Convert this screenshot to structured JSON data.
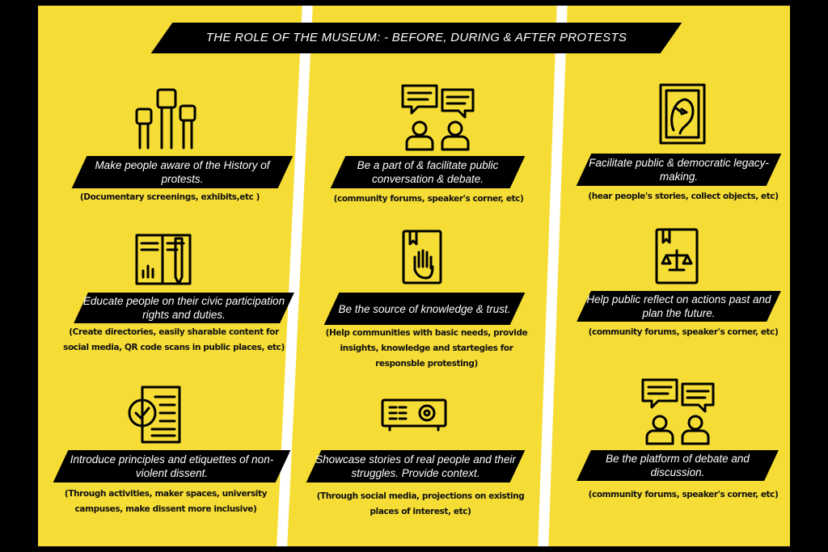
{
  "title": "THE ROLE OF THE MUSEUM: - BEFORE, DURING & AFTER PROTESTS",
  "colors": {
    "background": "#F6DD36",
    "label_bg": "#000000",
    "border": "#000000"
  },
  "columns": [
    {
      "items": [
        {
          "icon": "raised-fists-icon",
          "label": "Make people aware of the History of protests.",
          "note": "(Documentary screenings, exhibits,etc )"
        },
        {
          "icon": "book-pencil-icon",
          "label": "Educate people on their civic participation rights and duties.",
          "note": "(Create directories, easily sharable content for social media, QR code scans in public places, etc)"
        },
        {
          "icon": "checklist-document-icon",
          "label": "Introduce principles and etiquettes of non-violent dissent.",
          "note": "(Through activities, maker spaces, university campuses, make dissent more inclusive)"
        }
      ]
    },
    {
      "items": [
        {
          "icon": "conversation-icon",
          "label": "Be a part of & facilitate public conversation & debate.",
          "note": "(community forums, speaker's corner, etc)"
        },
        {
          "icon": "hand-book-icon",
          "label": "Be the source of knowledge & trust.",
          "note": "(Help communities with basic needs, provide insights, knowledge and startegies for responsble protesting)"
        },
        {
          "icon": "projector-icon",
          "label": "Showcase stories of real people and their struggles. Provide context.",
          "note": "(Through social media, projections on existing places of interest, etc)"
        }
      ]
    },
    {
      "items": [
        {
          "icon": "framed-portrait-icon",
          "label": "Facilitate public & democratic legacy-making.",
          "note": "(hear people's stories, collect objects, etc)"
        },
        {
          "icon": "justice-book-icon",
          "label": "Help public reflect on actions past and plan the future.",
          "note": "(community forums, speaker's corner, etc)"
        },
        {
          "icon": "conversation-icon",
          "label": "Be the platform of debate and discussion.",
          "note": "(community forums, speaker's corner, etc)"
        }
      ]
    }
  ]
}
